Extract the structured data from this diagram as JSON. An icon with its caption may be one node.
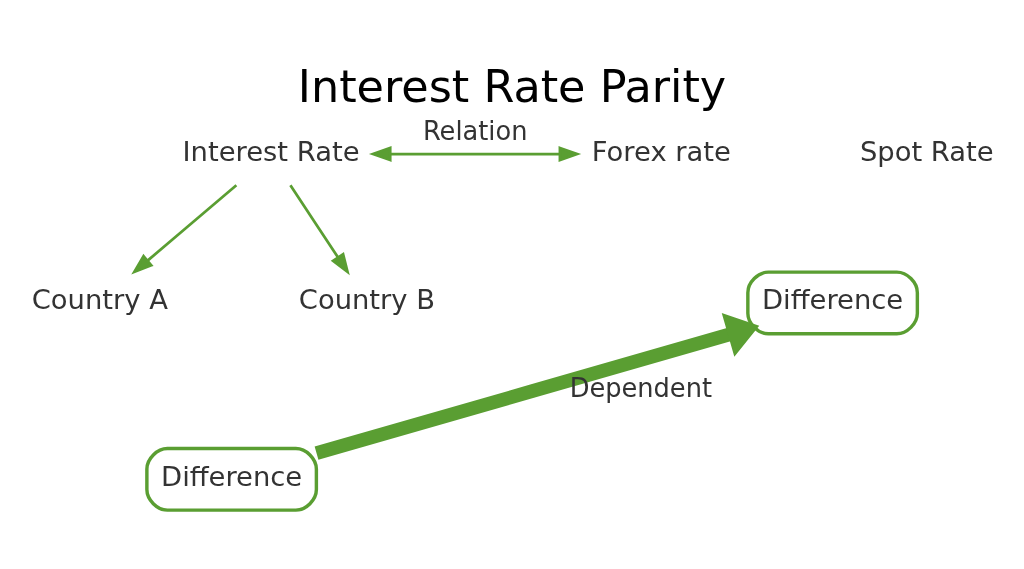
{
  "diagram": {
    "title": "Interest Rate Parity",
    "nodes": [
      {
        "text": [
          "Interest Rate"
        ]
      },
      {
        "text": [
          "Country A"
        ]
      },
      {
        "text": [
          "Country B"
        ]
      },
      {
        "text": [
          "Difference"
        ]
      },
      {
        "text": [
          "Forex rate"
        ]
      },
      {
        "text": [
          "Spot Rate"
        ]
      },
      {
        "text": [
          "Difference"
        ]
      }
    ],
    "edges": [
      {
        "from": 0,
        "to": 1,
        "arrow": "to"
      },
      {
        "from": 0,
        "to": 2,
        "arrow": "to"
      },
      {
        "from": 0,
        "to": 4,
        "arrow": "both",
        "label": "Relation"
      },
      {
        "from": 3,
        "to": 6,
        "arrow": "to",
        "label": "Dependent",
        "style": "thick"
      }
    ]
  }
}
